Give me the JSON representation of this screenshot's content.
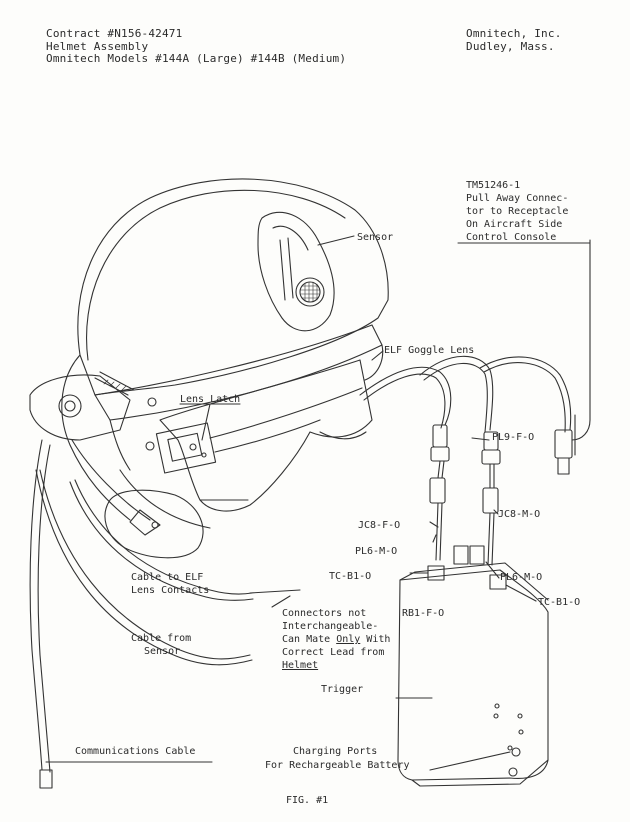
{
  "header": {
    "left_lines": [
      "Contract #N156-42471",
      "Helmet Assembly",
      "Omnitech Models #144A (Large) #144B (Medium)"
    ],
    "right_lines": [
      "Omnitech, Inc.",
      "Dudley, Mass."
    ]
  },
  "labels": {
    "console_note": [
      "TM51246-1",
      "Pull Away Connec-",
      "tor to Receptacle",
      "On Aircraft Side",
      "Control Console"
    ],
    "sensor": "Sensor",
    "elf_goggle_lens": "ELF Goggle Lens",
    "lens_latch": "Lens Latch",
    "pl9": "PL9-F-O",
    "jc8_f": "JC8-F-O",
    "jc8_m": "JC8-M-O",
    "pl6_m_left": "PL6-M-O",
    "pl6_m_right": "PL6-M-O",
    "tc_left": "TC-B1-O",
    "tc_right": "TC-B1-O",
    "rb1": "RB1-F-O",
    "cable_elf": [
      "Cable to ELF",
      "Lens Contacts"
    ],
    "connectors_note": {
      "line1": "Connectors not",
      "line2": "Interchangeable-",
      "line3_prefix": "Can Mate ",
      "line3_emph": "Only",
      "line3_suffix": " With",
      "line4": "Correct Lead from",
      "line5": "Helmet"
    },
    "cable_sensor": [
      "Cable from",
      "Sensor"
    ],
    "trigger": "Trigger",
    "communications_cable": "Communications Cable",
    "charging_ports": [
      "Charging Ports",
      "For Rechargeable Battery"
    ]
  },
  "figure_caption": "FIG. #1"
}
